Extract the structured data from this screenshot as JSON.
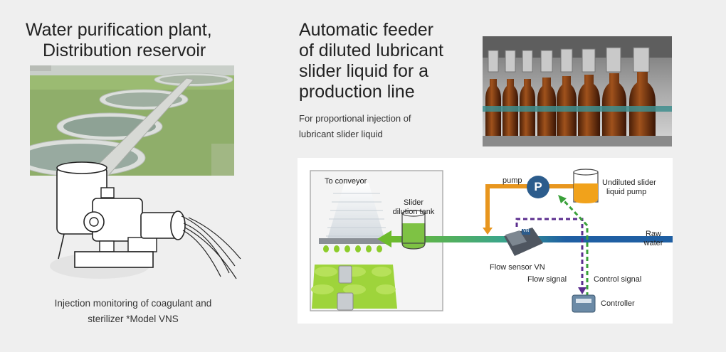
{
  "left": {
    "title_line1": "Water purification plant,",
    "title_line2": "Distribution reservoir",
    "caption_line1": "Injection monitoring of coagulant and",
    "caption_line2": "sterilizer  *Model VNS"
  },
  "right": {
    "title_line1": "Automatic feeder",
    "title_line2": "of diluted lubricant",
    "title_line3": "slider liquid for a",
    "title_line4": "production line",
    "desc_line1": "For proportional injection of",
    "desc_line2": "lubricant slider liquid"
  },
  "diagram": {
    "to_conveyor": "To conveyor",
    "slider_tank_line1": "Slider",
    "slider_tank_line2": "dilution tank",
    "pump": "pump",
    "pump_symbol": "P",
    "undiluted_line1": "Undiluted slider",
    "undiluted_line2": "liquid pump",
    "raw_line1": "Raw",
    "raw_line2": "water",
    "flow_sensor": "Flow sensor VN",
    "flow_signal": "Flow signal",
    "control_signal": "Control signal",
    "controller": "Controller",
    "sensor_badge": "VN"
  },
  "colors": {
    "background": "#efefef",
    "green_line": "#6dbb2c",
    "blue_line": "#1f5fa3",
    "orange_line": "#e8961e",
    "signal_purple": "#5b2d8e",
    "signal_green": "#3aa03a",
    "pump_blue": "#2c5c8c"
  }
}
